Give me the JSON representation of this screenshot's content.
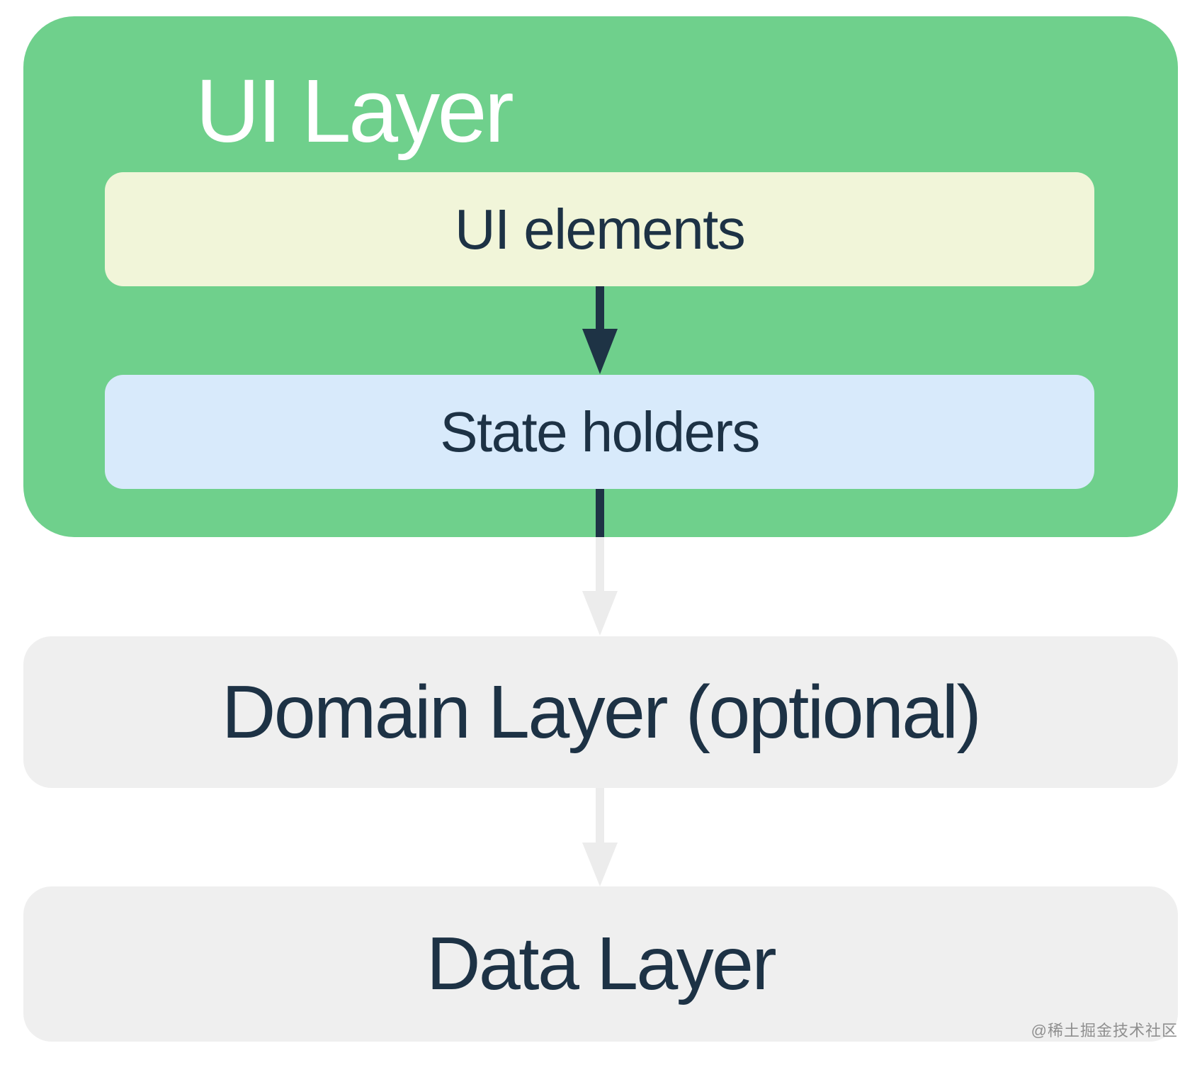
{
  "ui_layer": {
    "title": "UI Layer",
    "boxes": {
      "ui_elements": "UI elements",
      "state_holders": "State holders"
    }
  },
  "domain_layer": {
    "label": "Domain Layer (optional)"
  },
  "data_layer": {
    "label": "Data Layer"
  },
  "watermark": "@稀土掘金技术社区",
  "colors": {
    "ui_layer_bg": "#6FD08C",
    "ui_elements_bg": "#F1F5D9",
    "state_holders_bg": "#D8EAFB",
    "neutral_layer_bg": "#EFEFEF",
    "dark_arrow": "#1E3345",
    "light_arrow": "#ECECEC",
    "dark_text": "#1D3245",
    "title_text": "#FFFFFF",
    "watermark_text": "#8F8F8F",
    "background": "#FFFFFF"
  }
}
